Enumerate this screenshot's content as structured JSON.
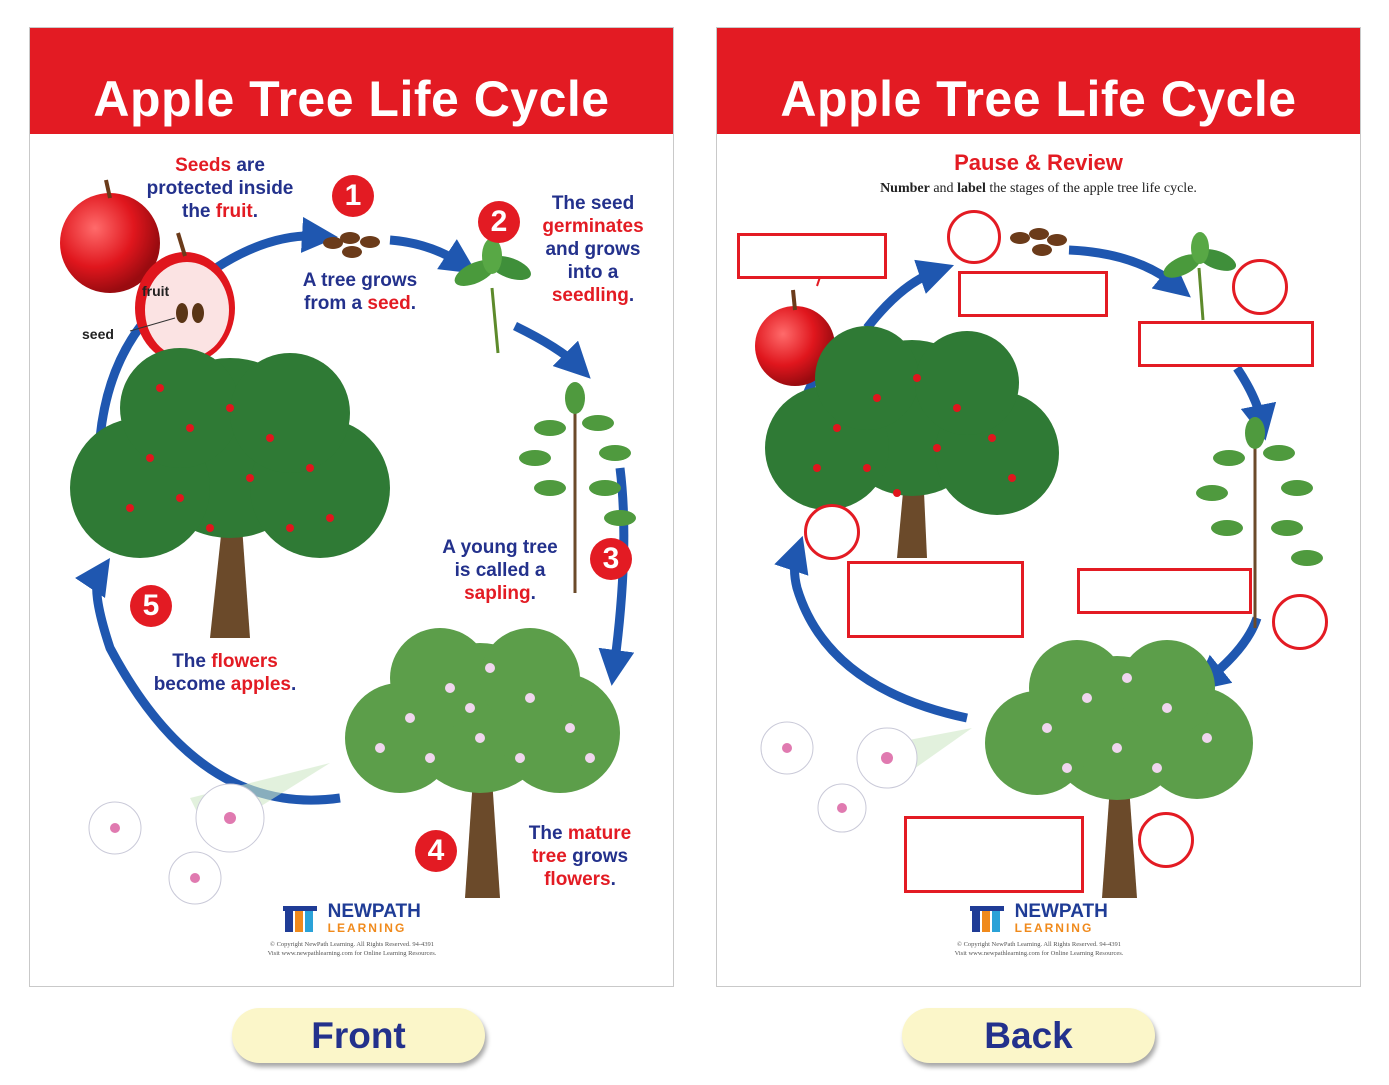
{
  "front": {
    "title": "Apple Tree Life Cycle",
    "intro": {
      "t1": "Seeds",
      "t2": " are",
      "t3": "protected inside",
      "t4": "the ",
      "t5": "fruit",
      "t6": "."
    },
    "label_fruit": "fruit",
    "label_seed": "seed",
    "stage1": {
      "number": "1",
      "l1": "A tree grows",
      "l2": "from a ",
      "l3": "seed",
      "l4": "."
    },
    "stage2": {
      "number": "2",
      "l1": "The seed",
      "l2": "germinates",
      "l3": "and grows",
      "l4": "into a",
      "l5": "seedling",
      "l6": "."
    },
    "stage3": {
      "number": "3",
      "l1": "A young tree",
      "l2": "is called a",
      "l3": "sapling",
      "l4": "."
    },
    "stage4": {
      "number": "4",
      "l1a": "The ",
      "l1b": "mature",
      "l2a": "tree",
      "l2b": " grows",
      "l3": "flowers",
      "l4": "."
    },
    "stage5": {
      "number": "5",
      "l1a": "The ",
      "l1b": "flowers",
      "l2a": "become ",
      "l2b": "apples",
      "l2c": "."
    }
  },
  "back": {
    "title": "Apple Tree Life Cycle",
    "review_title": "Pause & Review",
    "instr": {
      "b1": "Number",
      "t1": " and ",
      "b2": "label",
      "t2": " the stages of the apple tree life cycle."
    }
  },
  "logo": {
    "name1": "NEWPATH",
    "name2": "LEARNING"
  },
  "copyright": {
    "line1": "© Copyright NewPath Learning. All Rights Reserved. 94-4391",
    "line2": "Visit www.newpathlearning.com for Online Learning Resources."
  },
  "buttons": {
    "front": "Front",
    "back": "Back"
  },
  "colors": {
    "banner": "#e31b23",
    "text": "#23318c",
    "arrow": "#1f57b0",
    "leaf": "#3f8f3a",
    "pill": "#fbf6c9"
  }
}
